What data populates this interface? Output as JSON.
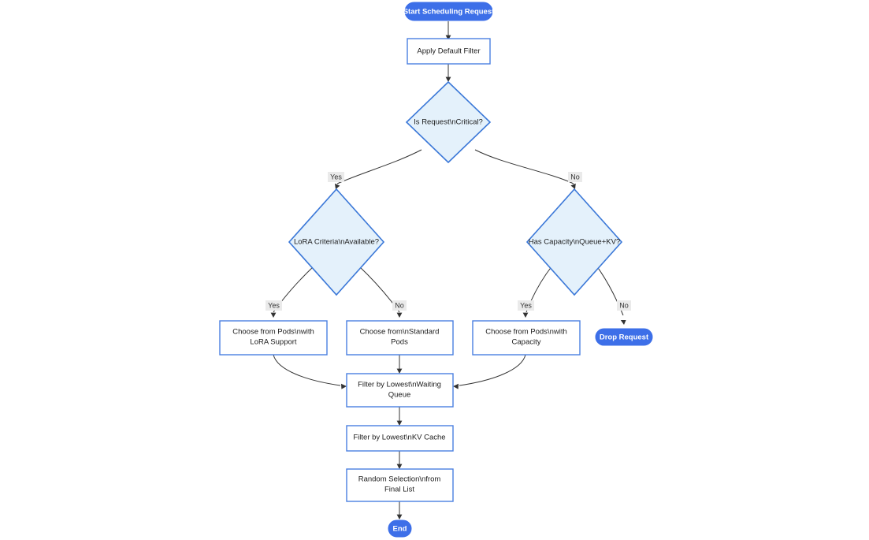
{
  "diagram": {
    "type": "flowchart",
    "orientation": "top-down",
    "background_color": "#ffffff",
    "theme": {
      "terminal_fill": "#3d6fe8",
      "terminal_text": "#ffffff",
      "decision_fill": "#e4f1fb",
      "decision_stroke": "#3b78d8",
      "process_fill": "#ffffff",
      "process_stroke": "#4a7fe0",
      "edge_stroke": "#333333",
      "edge_label_bg": "#eaeaea",
      "text_color": "#1b1b1b"
    },
    "nodes": [
      {
        "id": "start",
        "shape": "stadium",
        "label": "Start Scheduling Request"
      },
      {
        "id": "default_filter",
        "shape": "rect",
        "label": "Apply Default Filter"
      },
      {
        "id": "is_critical",
        "shape": "diamond",
        "label": "Is Request\\nCritical?"
      },
      {
        "id": "lora_criteria",
        "shape": "diamond",
        "label": "LoRA Criteria\\nAvailable?"
      },
      {
        "id": "has_capacity",
        "shape": "diamond",
        "label": "Has Capacity\\nQueue+KV?"
      },
      {
        "id": "pods_lora",
        "shape": "rect",
        "label_line1": "Choose from Pods\\nwith",
        "label_line2": "LoRA Support"
      },
      {
        "id": "pods_standard",
        "shape": "rect",
        "label_line1": "Choose from\\nStandard",
        "label_line2": "Pods"
      },
      {
        "id": "pods_capacity",
        "shape": "rect",
        "label_line1": "Choose from Pods\\nwith",
        "label_line2": "Capacity"
      },
      {
        "id": "drop_request",
        "shape": "stadium",
        "label": "Drop Request"
      },
      {
        "id": "filter_queue",
        "shape": "rect",
        "label_line1": "Filter by Lowest\\nWaiting",
        "label_line2": "Queue"
      },
      {
        "id": "filter_kv",
        "shape": "rect",
        "label": "Filter by Lowest\\nKV Cache"
      },
      {
        "id": "random_select",
        "shape": "rect",
        "label_line1": "Random Selection\\nfrom",
        "label_line2": "Final List"
      },
      {
        "id": "end",
        "shape": "stadium",
        "label": "End"
      }
    ],
    "edge_labels": {
      "critical_yes": "Yes",
      "critical_no": "No",
      "lora_yes": "Yes",
      "lora_no": "No",
      "capacity_yes": "Yes",
      "capacity_no": "No"
    },
    "edges": [
      {
        "from": "start",
        "to": "default_filter",
        "label": ""
      },
      {
        "from": "default_filter",
        "to": "is_critical",
        "label": ""
      },
      {
        "from": "is_critical",
        "to": "lora_criteria",
        "label": "Yes"
      },
      {
        "from": "is_critical",
        "to": "has_capacity",
        "label": "No"
      },
      {
        "from": "lora_criteria",
        "to": "pods_lora",
        "label": "Yes"
      },
      {
        "from": "lora_criteria",
        "to": "pods_standard",
        "label": "No"
      },
      {
        "from": "has_capacity",
        "to": "pods_capacity",
        "label": "Yes"
      },
      {
        "from": "has_capacity",
        "to": "drop_request",
        "label": "No"
      },
      {
        "from": "pods_lora",
        "to": "filter_queue",
        "label": ""
      },
      {
        "from": "pods_standard",
        "to": "filter_queue",
        "label": ""
      },
      {
        "from": "pods_capacity",
        "to": "filter_queue",
        "label": ""
      },
      {
        "from": "filter_queue",
        "to": "filter_kv",
        "label": ""
      },
      {
        "from": "filter_kv",
        "to": "random_select",
        "label": ""
      },
      {
        "from": "random_select",
        "to": "end",
        "label": ""
      }
    ]
  }
}
